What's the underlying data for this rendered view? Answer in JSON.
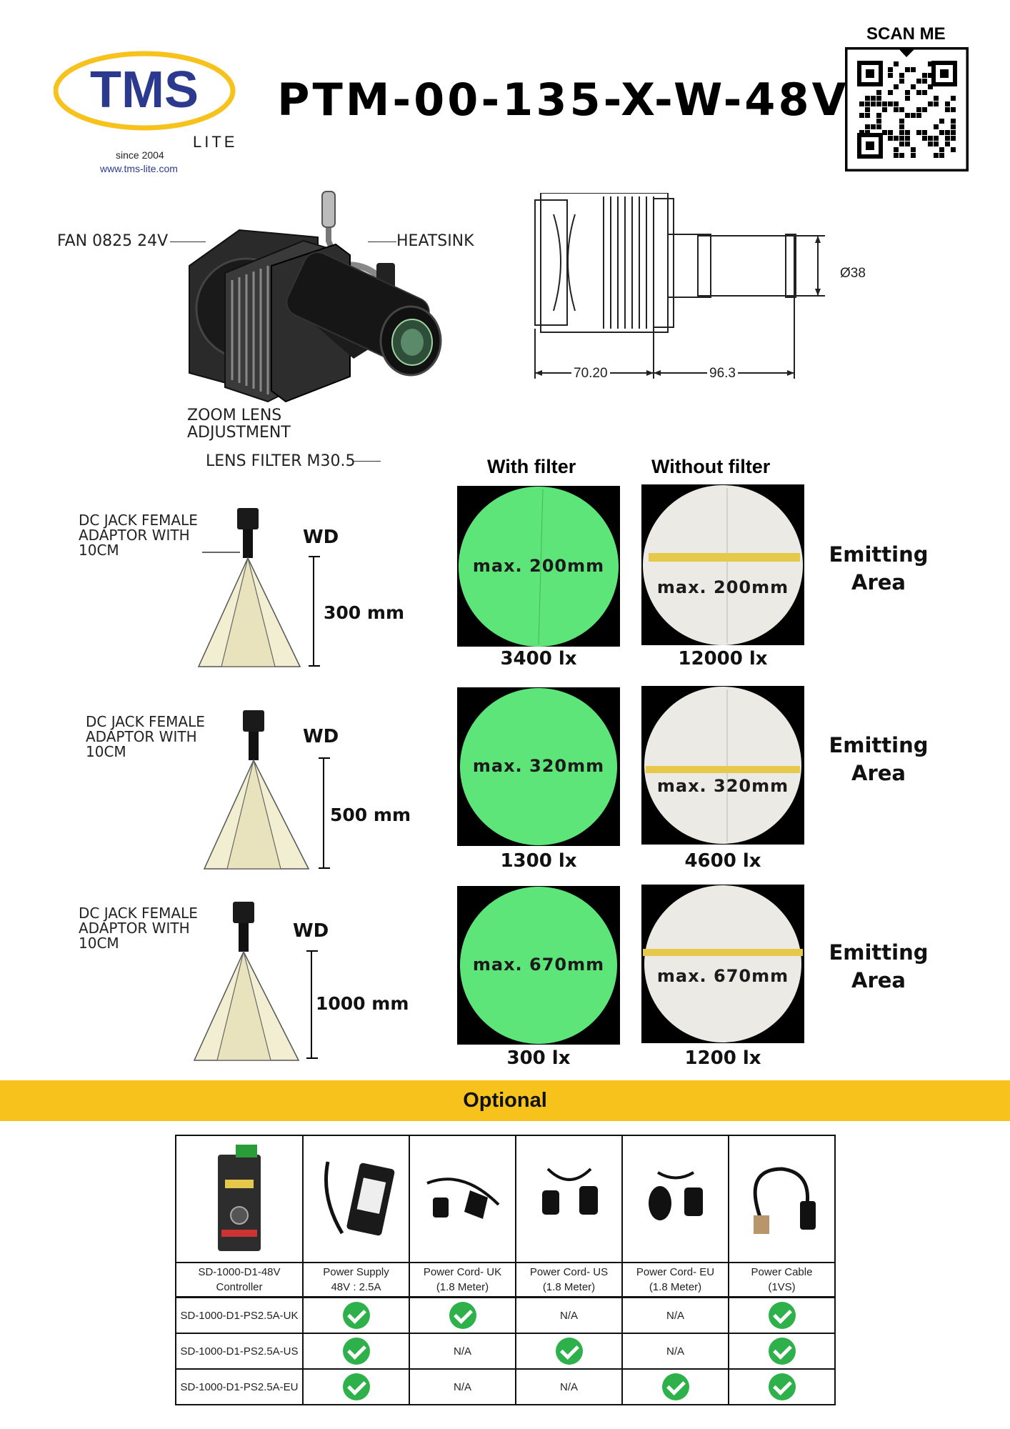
{
  "header": {
    "logo_text": "TMS",
    "logo_sub": "LITE",
    "since": "since 2004",
    "url": "www.tms-lite.com",
    "title": "PTM-00-135-X-W-48V",
    "scan_me": "SCAN ME"
  },
  "drawing": {
    "fan_label": "FAN 0825 24V",
    "heatsink_label": "HEATSINK",
    "zoom_label_1": "ZOOM LENS",
    "zoom_label_2": "ADJUSTMENT",
    "filter_label": "LENS FILTER M30.5",
    "dim_diameter": "Ø38",
    "dim_body": "70.20",
    "dim_lens": "96.3"
  },
  "columns": {
    "with_filter": "With filter",
    "without_filter": "Without filter"
  },
  "rows": [
    {
      "dc_1": "DC JACK FEMALE",
      "dc_2": "ADAPTOR WITH",
      "dc_3": "10CM",
      "wd": "WD",
      "distance": "300 mm",
      "filter_area": "max. 200mm",
      "filter_lux": "3400 lx",
      "nofilter_area": "max. 200mm",
      "nofilter_lux": "12000 lx",
      "emit_1": "Emitting",
      "emit_2": "Area"
    },
    {
      "dc_1": "DC JACK FEMALE",
      "dc_2": "ADAPTOR WITH",
      "dc_3": "10CM",
      "wd": "WD",
      "distance": "500 mm",
      "filter_area": "max. 320mm",
      "filter_lux": "1300 lx",
      "nofilter_area": "max. 320mm",
      "nofilter_lux": "4600 lx",
      "emit_1": "Emitting",
      "emit_2": "Area"
    },
    {
      "dc_1": "DC JACK FEMALE",
      "dc_2": "ADAPTOR WITH",
      "dc_3": "10CM",
      "wd": "WD",
      "distance": "1000 mm",
      "filter_area": "max. 670mm",
      "filter_lux": "300 lx",
      "nofilter_area": "max. 670mm",
      "nofilter_lux": "1200 lx",
      "emit_1": "Emitting",
      "emit_2": "Area"
    }
  ],
  "optional": {
    "banner": "Optional",
    "products": [
      {
        "line1": "SD-1000-D1-48V",
        "line2": "Controller"
      },
      {
        "line1": "Power Supply",
        "line2": "48V : 2.5A"
      },
      {
        "line1": "Power Cord- UK",
        "line2": "(1.8 Meter)"
      },
      {
        "line1": "Power Cord- US",
        "line2": "(1.8 Meter)"
      },
      {
        "line1": "Power Cord- EU",
        "line2": "(1.8 Meter)"
      },
      {
        "line1": "Power Cable",
        "line2": "(1VS)"
      }
    ],
    "kits": [
      {
        "name": "SD-1000-D1-PS2.5A-UK",
        "cells": [
          "check",
          "check",
          "N/A",
          "N/A",
          "check"
        ]
      },
      {
        "name": "SD-1000-D1-PS2.5A-US",
        "cells": [
          "check",
          "N/A",
          "check",
          "N/A",
          "check"
        ]
      },
      {
        "name": "SD-1000-D1-PS2.5A-EU",
        "cells": [
          "check",
          "N/A",
          "N/A",
          "check",
          "check"
        ]
      }
    ],
    "na_text": "N/A"
  },
  "colors": {
    "brand_blue": "#2b3a8f",
    "brand_yellow": "#f6c21b",
    "filter_green": "#5ee57a",
    "beam_cone": "#f1eed2",
    "check_green": "#2eb14b"
  }
}
